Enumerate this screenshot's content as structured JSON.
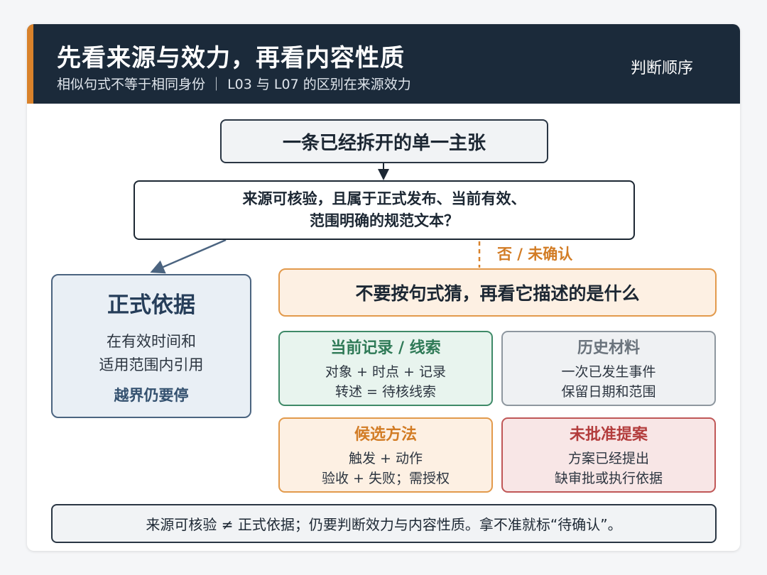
{
  "header": {
    "title": "先看来源与效力，再看内容性质",
    "subtitle": "相似句式不等于相同身份 ｜ L03 与 L07 的区别在来源效力",
    "tag": "判断顺序"
  },
  "flow": {
    "start": "一条已经拆开的单一主张",
    "question_line1": "来源可核验，且属于正式发布、当前有效、",
    "question_line2": "范围明确的规范文本？",
    "no_label": "否 / 未确认",
    "formal": {
      "heading": "正式依据",
      "line1": "在有效时间和",
      "line2": "适用范围内引用",
      "stop": "越界仍要停"
    },
    "guess": "不要按句式猜，再看它描述的是什么",
    "categories": {
      "current": {
        "heading": "当前记录 / 线索",
        "line1": "对象 + 时点 + 记录",
        "line2": "转述 = 待核线索"
      },
      "history": {
        "heading": "历史材料",
        "line1": "一次已发生事件",
        "line2": "保留日期和范围"
      },
      "method": {
        "heading": "候选方法",
        "line1": "触发 + 动作",
        "line2": "验收 + 失败；需授权"
      },
      "proposal": {
        "heading": "未批准提案",
        "line1": "方案已经提出",
        "line2": "缺审批或执行依据"
      }
    },
    "footer": "来源可核验 ≠ 正式依据；仍要判断效力与内容性质。拿不准就标“待确认”。"
  },
  "colors": {
    "header_bg": "#1b2a3a",
    "accent": "#d9822b",
    "formal_border": "#4b6480",
    "orange": "#e29a4c",
    "green": "#3f8a68",
    "gray": "#8e979f",
    "red": "#c05757"
  }
}
